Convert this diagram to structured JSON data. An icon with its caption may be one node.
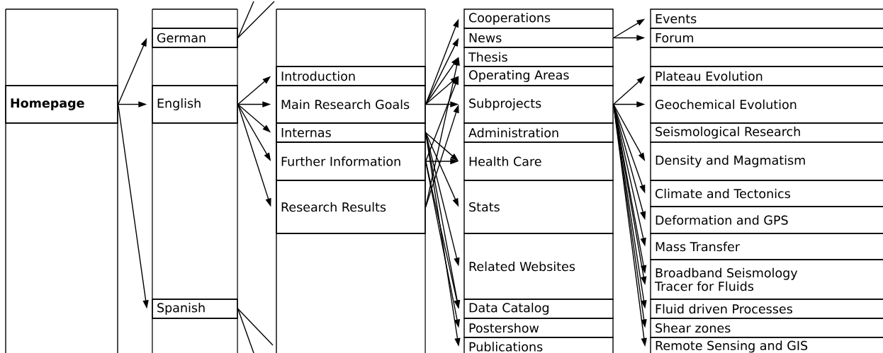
{
  "diagram": {
    "nodes": [
      {
        "text": [
          "Homepage"
        ]
      },
      {
        "text": [
          "German"
        ]
      },
      {
        "text": [
          "English"
        ]
      },
      {
        "text": [
          "Spanish"
        ]
      },
      {
        "text": [
          "Introduction"
        ]
      },
      {
        "text": [
          "Main Research Goals"
        ]
      },
      {
        "text": [
          "Internas"
        ]
      },
      {
        "text": [
          "Further Information"
        ]
      },
      {
        "text": [
          "Research Results"
        ]
      },
      {
        "text": [
          "Cooperations"
        ]
      },
      {
        "text": [
          "News"
        ]
      },
      {
        "text": [
          "Thesis"
        ]
      },
      {
        "text": [
          "Operating Areas"
        ]
      },
      {
        "text": [
          "Subprojects"
        ]
      },
      {
        "text": [
          "Administration"
        ]
      },
      {
        "text": [
          "Health Care"
        ]
      },
      {
        "text": [
          "Stats"
        ]
      },
      {
        "text": [
          "Related Websites"
        ]
      },
      {
        "text": [
          "Data Catalog"
        ]
      },
      {
        "text": [
          "Postershow"
        ]
      },
      {
        "text": [
          "Publications"
        ]
      },
      {
        "text": [
          "Events"
        ]
      },
      {
        "text": [
          "Forum"
        ]
      },
      {
        "text": [],
        "shape": "box"
      },
      {
        "text": [
          "Plateau Evolution"
        ]
      },
      {
        "text": [
          "Geochemical Evolution"
        ]
      },
      {
        "text": [
          "Seismological Research"
        ]
      },
      {
        "text": [
          "Density and Magmatism"
        ]
      },
      {
        "text": [
          "Climate and Tectonics"
        ]
      },
      {
        "text": [
          "Deformation and GPS"
        ]
      },
      {
        "text": [
          "Mass Transfer"
        ]
      },
      {
        "text": [
          "Broadband Seismology",
          "Tracer for Fluids"
        ]
      },
      {
        "text": [
          "Fluid driven Processes"
        ]
      },
      {
        "text": [
          "Shear zones"
        ]
      },
      {
        "text": [
          "Remote Sensing and GIS"
        ]
      }
    ],
    "edges": [
      {
        "from": 0,
        "to": 1,
        "arrow": "to"
      },
      {
        "from": 0,
        "to": 2,
        "arrow": "to"
      },
      {
        "from": 0,
        "to": 3,
        "arrow": "to"
      },
      {
        "from": 1,
        "to": null,
        "arrow": "none"
      },
      {
        "from": 1,
        "to": null,
        "arrow": "none"
      },
      {
        "from": 3,
        "to": null,
        "arrow": "none"
      },
      {
        "from": 3,
        "to": null,
        "arrow": "none"
      },
      {
        "from": 2,
        "to": 4,
        "arrow": "to"
      },
      {
        "from": 2,
        "to": 5,
        "arrow": "to"
      },
      {
        "from": 2,
        "to": 6,
        "arrow": "to"
      },
      {
        "from": 2,
        "to": 7,
        "arrow": "to"
      },
      {
        "from": 2,
        "to": 8,
        "arrow": "to"
      },
      {
        "from": 5,
        "to": 9,
        "arrow": "to"
      },
      {
        "from": 5,
        "to": 10,
        "arrow": "to"
      },
      {
        "from": 5,
        "to": 11,
        "arrow": "to"
      },
      {
        "from": 5,
        "to": 12,
        "arrow": "to"
      },
      {
        "from": 5,
        "to": 13,
        "arrow": "to"
      },
      {
        "from": 6,
        "to": 15,
        "arrow": "to"
      },
      {
        "from": 6,
        "to": 16,
        "arrow": "to"
      },
      {
        "from": 6,
        "to": 17,
        "arrow": "to"
      },
      {
        "from": 6,
        "to": 18,
        "arrow": "to"
      },
      {
        "from": 6,
        "to": 20,
        "arrow": "to"
      },
      {
        "from": 7,
        "to": 12,
        "arrow": "to"
      },
      {
        "from": 7,
        "to": 15,
        "arrow": "to"
      },
      {
        "from": 7,
        "to": 18,
        "arrow": "to"
      },
      {
        "from": 7,
        "to": 19,
        "arrow": "to"
      },
      {
        "from": 8,
        "to": 11,
        "arrow": "to"
      },
      {
        "from": 8,
        "to": 13,
        "arrow": "to"
      },
      {
        "from": 10,
        "to": 21,
        "arrow": "to"
      },
      {
        "from": 10,
        "to": 22,
        "arrow": "to"
      },
      {
        "from": 13,
        "to": 24,
        "arrow": "to"
      },
      {
        "from": 13,
        "to": 25,
        "arrow": "to"
      },
      {
        "from": 13,
        "to": 27,
        "arrow": "to"
      },
      {
        "from": 13,
        "to": 28,
        "arrow": "to"
      },
      {
        "from": 13,
        "to": 29,
        "arrow": "to"
      },
      {
        "from": 13,
        "to": 30,
        "arrow": "to"
      },
      {
        "from": 13,
        "to": 31,
        "arrow": "to"
      },
      {
        "from": 13,
        "to": 31,
        "arrow": "to"
      },
      {
        "from": 13,
        "to": 32,
        "arrow": "to"
      },
      {
        "from": 13,
        "to": 33,
        "arrow": "to"
      },
      {
        "from": 13,
        "to": 34,
        "arrow": "to"
      }
    ]
  }
}
